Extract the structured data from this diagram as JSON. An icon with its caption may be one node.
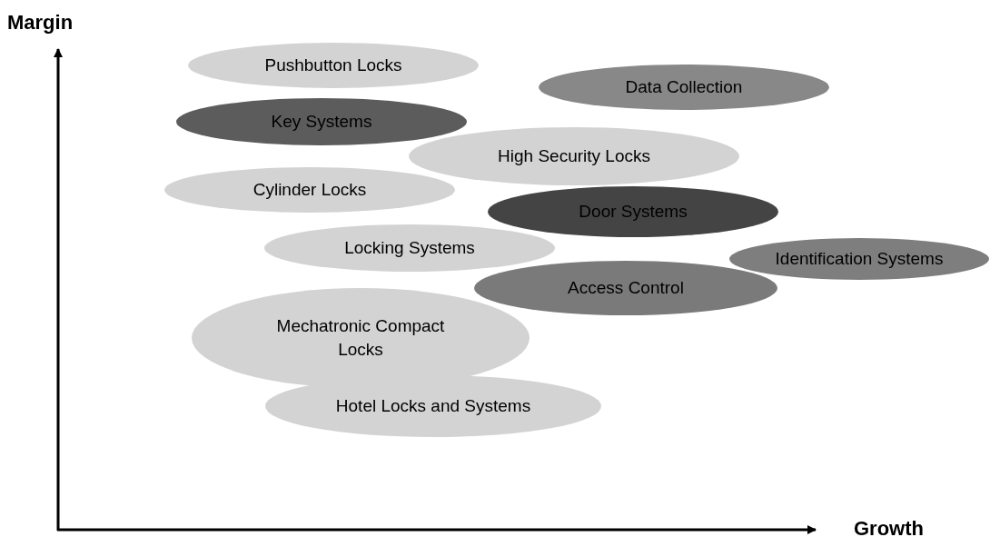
{
  "diagram": {
    "nodes": [
      {
        "text": [
          "Pushbutton Locks"
        ]
      },
      {
        "text": [
          "Data Collection"
        ]
      },
      {
        "text": [
          "Key Systems"
        ]
      },
      {
        "text": [
          "High Security Locks"
        ]
      },
      {
        "text": [
          "Cylinder Locks"
        ]
      },
      {
        "text": [
          "Door Systems"
        ]
      },
      {
        "text": [
          "Locking Systems"
        ]
      },
      {
        "text": [
          "Identification Systems"
        ]
      },
      {
        "text": [
          "Access Control"
        ]
      },
      {
        "text": [
          "Mechatronic Compact Locks"
        ]
      },
      {
        "text": [
          "Hotel Locks and Systems"
        ]
      }
    ],
    "labels": [
      "Margin",
      "Growth"
    ]
  }
}
